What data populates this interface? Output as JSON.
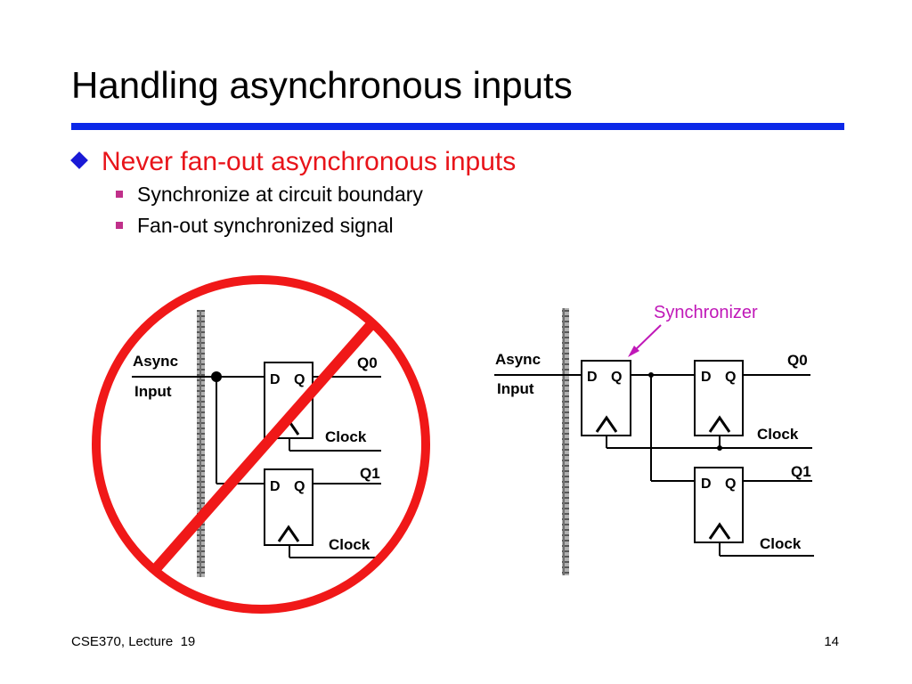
{
  "slide": {
    "title": "Handling asynchronous inputs",
    "bullet_main": "Never fan-out asynchronous inputs",
    "sub_bullets": [
      "Synchronize at circuit boundary",
      "Fan-out synchronized signal"
    ],
    "footer_course": "CSE370, Lecture",
    "footer_lecture_num": "19",
    "page_number": "14"
  },
  "colors": {
    "title_rule": "#0b28e8",
    "bullet_main_text": "#e8141a",
    "prohibition": "#f01818",
    "synchronizer_label": "#c018b8"
  },
  "left_diagram": {
    "async_label": "Async",
    "input_label": "Input",
    "ff_top": {
      "d": "D",
      "q": "Q",
      "output": "Q0",
      "clock": "Clock"
    },
    "ff_bottom": {
      "d": "D",
      "q": "Q",
      "output": "Q1",
      "clock": "Clock"
    }
  },
  "right_diagram": {
    "async_label": "Async",
    "input_label": "Input",
    "synchronizer_label": "Synchronizer",
    "ff_sync": {
      "d": "D",
      "q": "Q"
    },
    "ff_top": {
      "d": "D",
      "q": "Q",
      "output": "Q0",
      "clock": "Clock"
    },
    "ff_bottom": {
      "d": "D",
      "q": "Q",
      "output": "Q1",
      "clock": "Clock"
    }
  }
}
